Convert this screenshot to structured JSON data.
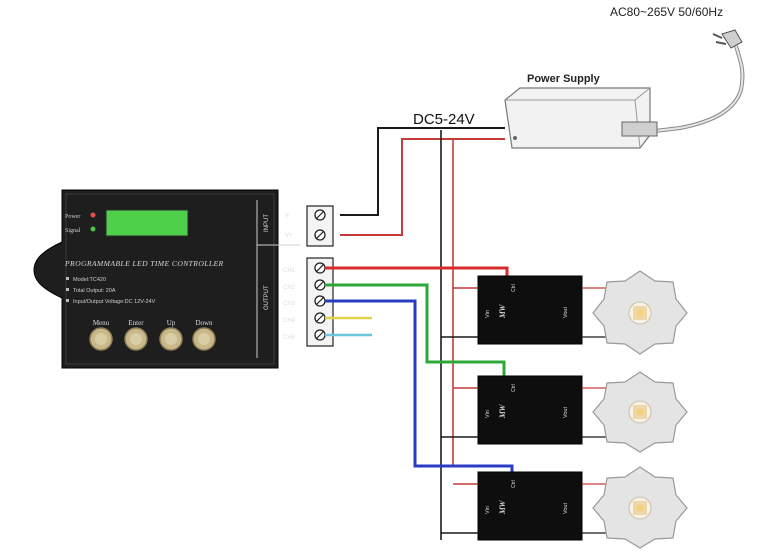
{
  "ac_label": "AC80~265V 50/60Hz",
  "power_supply_label": "Power Supply",
  "dc_label": "DC5-24V",
  "controller": {
    "title": "PROGRAMMABLE LED TIME CONTROLLER",
    "indicators": [
      "Power",
      "Signal"
    ],
    "specs": [
      "Model:TC420",
      "Total Output: 20A",
      "Input/Output Voltage:DC 12V-24V"
    ],
    "buttons": [
      "Menu",
      "Enter",
      "Up",
      "Down"
    ],
    "input_label": "INPUT",
    "input_terminals": [
      "V-",
      "V+"
    ],
    "output_label": "OUTPUT",
    "output_channels": [
      "CH1",
      "CH2",
      "CH3",
      "CH4",
      "CH5"
    ]
  },
  "driver": {
    "brand": "MW",
    "pins_left": [
      "Vin",
      "Ctrl"
    ],
    "pin_right": "Vout"
  },
  "wire_colors": {
    "ch1": "#d92b2b",
    "ch2": "#2fa83a",
    "ch3": "#2a3cc4",
    "ch4": "#e0d24a",
    "ch5": "#6fc6e0",
    "power_positive": "#c63a3a",
    "ground": "#1a1a1a"
  }
}
